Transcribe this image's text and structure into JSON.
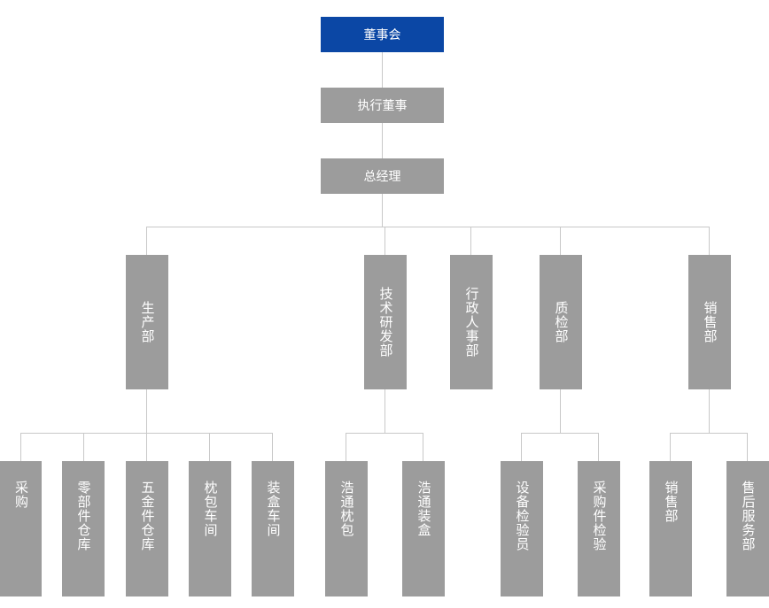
{
  "colors": {
    "root": "#0b47a5",
    "box": "#9c9c9c",
    "line": "#c8c8c8",
    "text": "#ffffff"
  },
  "org": {
    "chairman": "董事会",
    "executive_director": "执行董事",
    "general_manager": "总经理",
    "departments": [
      {
        "label": "生产部",
        "children": [
          "采购",
          "零部件仓库",
          "五金件仓库",
          "枕包车间",
          "装盒车间"
        ]
      },
      {
        "label": "技术研发部",
        "children": [
          "浩通枕包",
          "浩通装盒"
        ]
      },
      {
        "label": "行政人事部",
        "children": []
      },
      {
        "label": "质检部",
        "children": [
          "设备检验员",
          "采购件检验"
        ]
      },
      {
        "label": "销售部",
        "children": [
          "销售部",
          "售后服务部"
        ]
      }
    ]
  }
}
